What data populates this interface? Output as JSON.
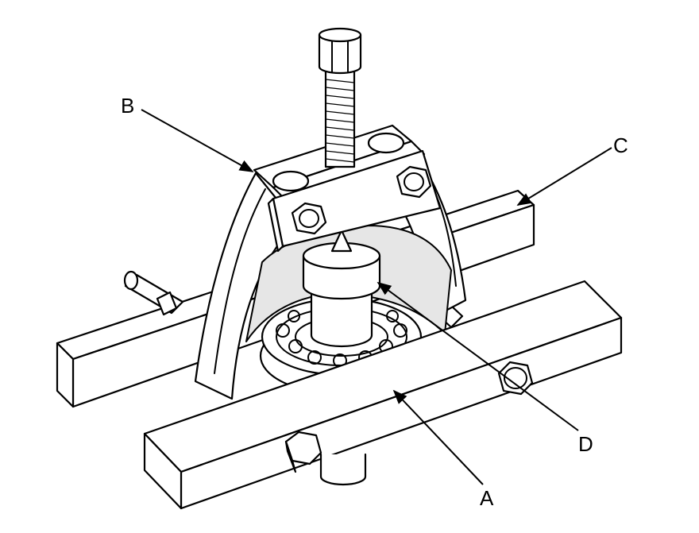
{
  "callouts": [
    {
      "id": "A",
      "label": "A"
    },
    {
      "id": "B",
      "label": "B"
    },
    {
      "id": "C",
      "label": "C"
    },
    {
      "id": "D",
      "label": "D"
    }
  ]
}
